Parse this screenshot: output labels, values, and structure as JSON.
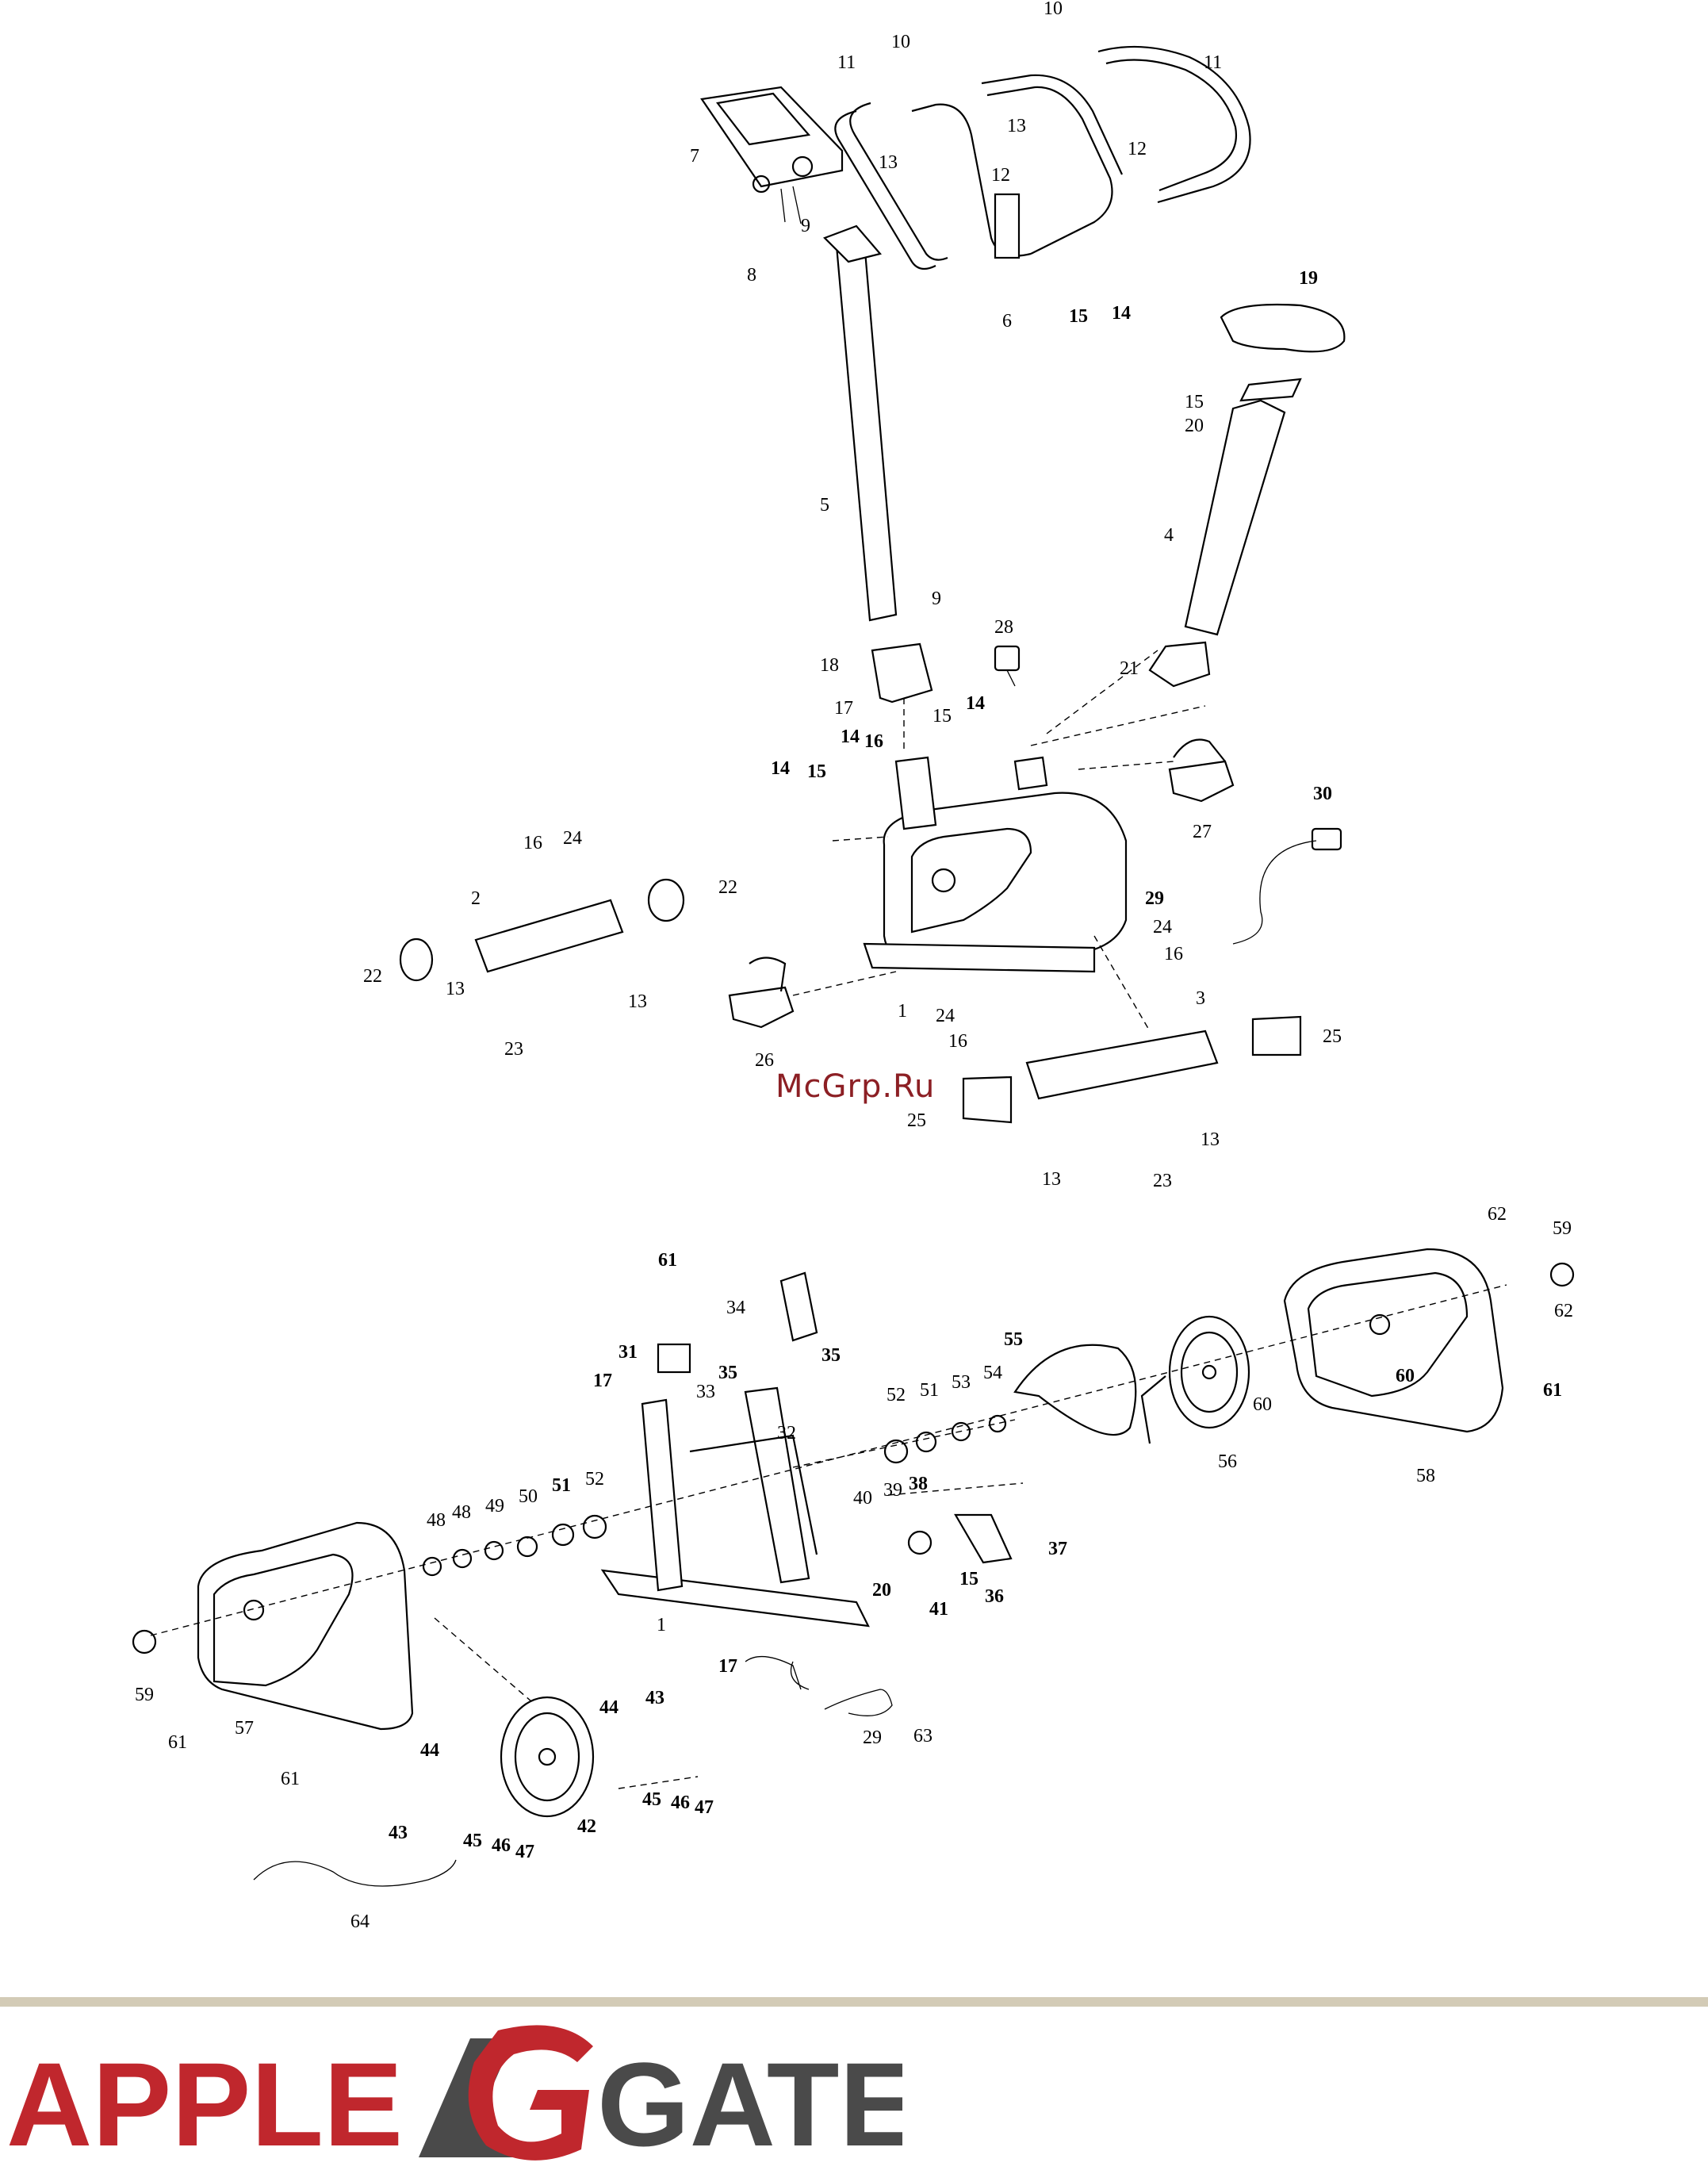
{
  "watermark": "McGrp.Ru",
  "brand": {
    "part1": "APPLE",
    "part2": "GATE",
    "color_red": "#c0272d",
    "color_gray": "#4a4a4a"
  },
  "footer_bar_color": "#d3cbb6",
  "labels": {
    "l_10a": "10",
    "l_11a": "11",
    "l_10b": "10",
    "l_11b": "11",
    "l_7": "7",
    "l_13a": "13",
    "l_12a": "12",
    "l_13b": "13",
    "l_12b": "12",
    "l_9a": "9",
    "l_8": "8",
    "l_6": "6",
    "l_15a": "15",
    "l_14a": "14",
    "l_19": "19",
    "l_15b": "15",
    "l_20a": "20",
    "l_5": "5",
    "l_4": "4",
    "l_9b": "9",
    "l_28": "28",
    "l_18": "18",
    "l_21": "21",
    "l_17a": "17",
    "l_14b": "14",
    "l_15c": "15",
    "l_14c": "14",
    "l_16a": "16",
    "l_14d": "14",
    "l_15d": "15",
    "l_27": "27",
    "l_30": "30",
    "l_16b": "16",
    "l_24a": "24",
    "l_2": "2",
    "l_22a": "22",
    "l_22b": "22",
    "l_13c": "13",
    "l_13d": "13",
    "l_23a": "23",
    "l_29a": "29",
    "l_24b": "24",
    "l_16c": "16",
    "l_1a": "1",
    "l_24c": "24",
    "l_16d": "16",
    "l_26": "26",
    "l_3": "3",
    "l_25a": "25",
    "l_25b": "25",
    "l_13e": "13",
    "l_13f": "13",
    "l_23b": "23",
    "l_61a": "61",
    "l_34": "34",
    "l_31": "31",
    "l_35a": "35",
    "l_17b": "17",
    "l_35b": "35",
    "l_33": "33",
    "l_32": "32",
    "l_62a": "62",
    "l_59a": "59",
    "l_62b": "62",
    "l_55": "55",
    "l_52a": "52",
    "l_51a": "51",
    "l_53": "53",
    "l_54": "54",
    "l_60a": "60",
    "l_60b": "60",
    "l_61b": "61",
    "l_56": "56",
    "l_58": "58",
    "l_48a": "48",
    "l_48b": "48",
    "l_49": "49",
    "l_50": "50",
    "l_51b": "51",
    "l_52b": "52",
    "l_40": "40",
    "l_39": "39",
    "l_38": "38",
    "l_37": "37",
    "l_20b": "20",
    "l_15e": "15",
    "l_41": "41",
    "l_36": "36",
    "l_1b": "1",
    "l_59b": "59",
    "l_61c": "61",
    "l_57": "57",
    "l_61d": "61",
    "l_17c": "17",
    "l_29b": "29",
    "l_63": "63",
    "l_44a": "44",
    "l_43a": "43",
    "l_44b": "44",
    "l_45a": "45",
    "l_46a": "46",
    "l_47a": "47",
    "l_43b": "43",
    "l_45b": "45",
    "l_46b": "46",
    "l_47b": "47",
    "l_42": "42",
    "l_64": "64"
  }
}
